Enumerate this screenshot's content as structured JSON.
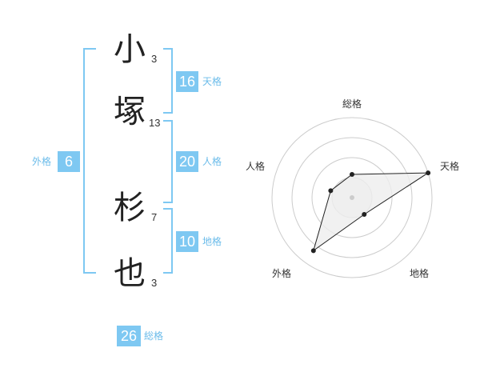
{
  "name": {
    "chars": [
      {
        "char": "小",
        "strokes": "3"
      },
      {
        "char": "塚",
        "strokes": "13"
      },
      {
        "char": "杉",
        "strokes": "7"
      },
      {
        "char": "也",
        "strokes": "3"
      }
    ]
  },
  "fortune": {
    "tenkaku": {
      "value": "16",
      "label": "天格"
    },
    "jinkaku": {
      "value": "20",
      "label": "人格"
    },
    "chikaku": {
      "value": "10",
      "label": "地格"
    },
    "gaikaku": {
      "value": "6",
      "label": "外格"
    },
    "soukaku": {
      "value": "26",
      "label": "総格"
    }
  },
  "radar": {
    "labels": {
      "soukaku": "総格",
      "tenkaku": "天格",
      "chikaku": "地格",
      "gaikaku": "外格",
      "jinkaku": "人格"
    },
    "values": {
      "soukaku": 0.29,
      "tenkaku": 1.0,
      "chikaku": 0.26,
      "gaikaku": 0.82,
      "jinkaku": 0.28
    },
    "colors": {
      "accent": "#7ec8f2",
      "ring": "#cccccc",
      "fill": "#eeeeee",
      "line": "#222222"
    }
  }
}
